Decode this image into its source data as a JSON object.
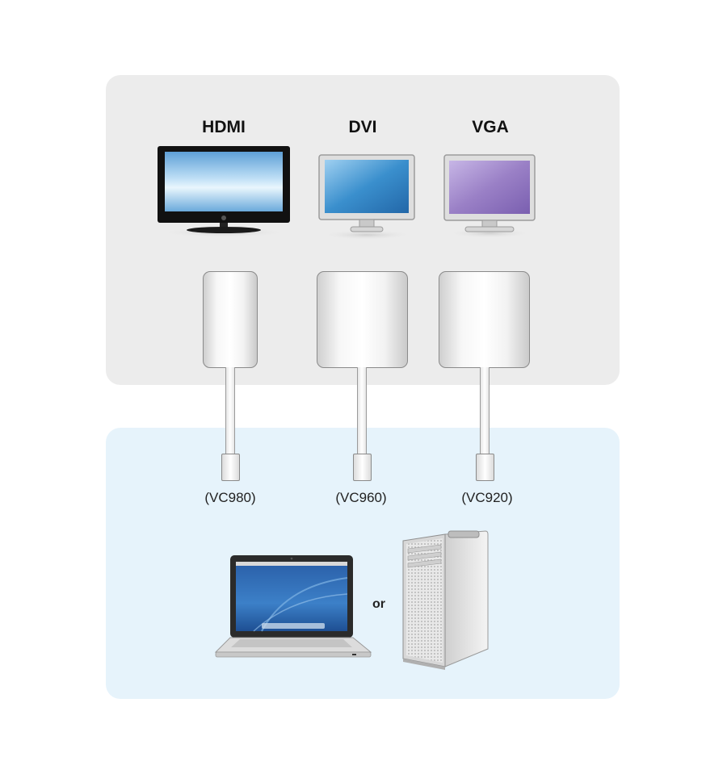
{
  "displays": [
    {
      "type_label": "HDMI",
      "icon": "flat-tv-icon"
    },
    {
      "type_label": "DVI",
      "icon": "lcd-monitor-icon"
    },
    {
      "type_label": "VGA",
      "icon": "lcd-monitor-icon"
    }
  ],
  "adapters": [
    {
      "model_label": "(VC980)"
    },
    {
      "model_label": "(VC960)"
    },
    {
      "model_label": "(VC920)"
    }
  ],
  "sources": {
    "laptop_icon": "laptop-icon",
    "or_label": "or",
    "desktop_icon": "tower-computer-icon"
  },
  "colors": {
    "top_panel": "#ececec",
    "bottom_panel": "#e6f3fb",
    "hdmi_screen": "#7fb6e0",
    "dvi_screen": "#2f86c7",
    "vga_screen": "#9b83c6"
  }
}
